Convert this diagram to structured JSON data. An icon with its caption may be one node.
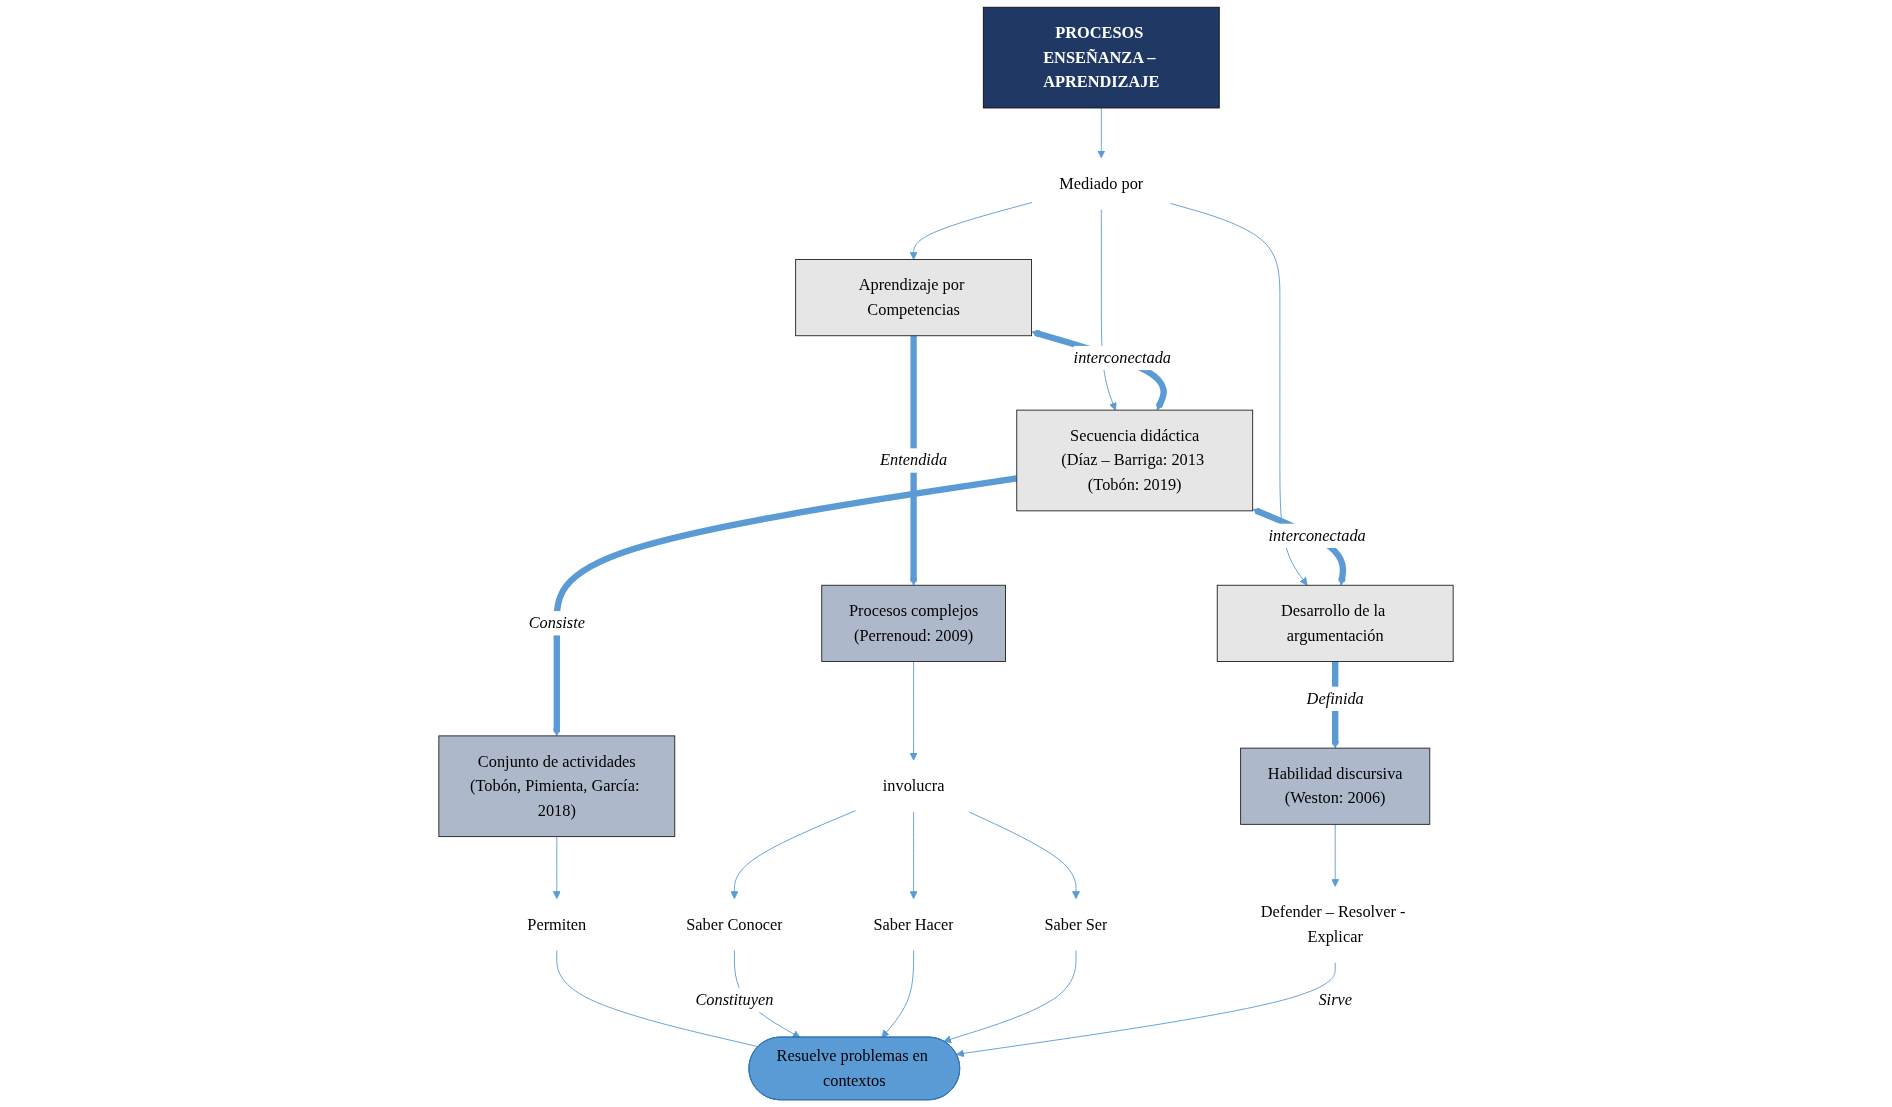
{
  "diagram": {
    "nodes": [
      {
        "text": [
          "PROCESOS ENSEÑANZA – APRENDIZAJE"
        ]
      },
      {
        "text": [
          "Mediado por"
        ]
      },
      {
        "text": [
          "Aprendizaje por Competencias"
        ]
      },
      {
        "text": [
          "Secuencia didáctica",
          "(Díaz – Barriga: 2013 (Tobón: 2019)"
        ]
      },
      {
        "text": [
          "Desarrollo de la argumentación"
        ]
      },
      {
        "text": [
          "Procesos complejos",
          "(Perrenoud: 2009)"
        ]
      },
      {
        "text": [
          "Conjunto de actividades",
          "(Tobón, Pimienta, García: 2018)"
        ]
      },
      {
        "text": [
          "Habilidad discursiva",
          "(Weston: 2006)"
        ]
      },
      {
        "text": [
          "involucra"
        ]
      },
      {
        "text": [
          "Permiten"
        ]
      },
      {
        "text": [
          "Defender – Resolver - Explicar"
        ]
      },
      {
        "text": [
          "Saber Conocer"
        ]
      },
      {
        "text": [
          "Saber Hacer"
        ]
      },
      {
        "text": [
          "Saber Ser"
        ]
      },
      {
        "text": [
          "Resuelve problemas en contextos"
        ]
      }
    ],
    "edges": [
      {
        "from": 0,
        "to": 1,
        "arrow": "to"
      },
      {
        "from": 1,
        "to": 2,
        "arrow": "to"
      },
      {
        "from": 1,
        "to": 3,
        "arrow": "to"
      },
      {
        "from": 1,
        "to": 4,
        "arrow": "to"
      },
      {
        "from": 2,
        "to": 3,
        "arrow": "both",
        "label": "interconectada",
        "style": "thick"
      },
      {
        "from": 3,
        "to": 4,
        "arrow": "both",
        "label": "interconectada",
        "style": "thick"
      },
      {
        "from": 2,
        "to": 5,
        "arrow": "to",
        "label": "Entendida",
        "style": "thick"
      },
      {
        "from": 3,
        "to": 6,
        "arrow": "to",
        "label": "Consiste",
        "style": "thick"
      },
      {
        "from": 4,
        "to": 7,
        "arrow": "to",
        "label": "Definida",
        "style": "thick"
      },
      {
        "from": 5,
        "to": 8,
        "arrow": "to"
      },
      {
        "from": 6,
        "to": 9,
        "arrow": "to"
      },
      {
        "from": 7,
        "to": 10,
        "arrow": "to"
      },
      {
        "from": 8,
        "to": 11,
        "arrow": "to"
      },
      {
        "from": 8,
        "to": 12,
        "arrow": "to"
      },
      {
        "from": 8,
        "to": 13,
        "arrow": "to"
      },
      {
        "from": 9,
        "to": 14,
        "arrow": "none"
      },
      {
        "from": 11,
        "to": 14,
        "arrow": "to",
        "label": "Constituyen"
      },
      {
        "from": 12,
        "to": 14,
        "arrow": "to"
      },
      {
        "from": 13,
        "to": 14,
        "arrow": "to"
      },
      {
        "from": 10,
        "to": 14,
        "arrow": "to",
        "label": "Sirve"
      }
    ]
  }
}
